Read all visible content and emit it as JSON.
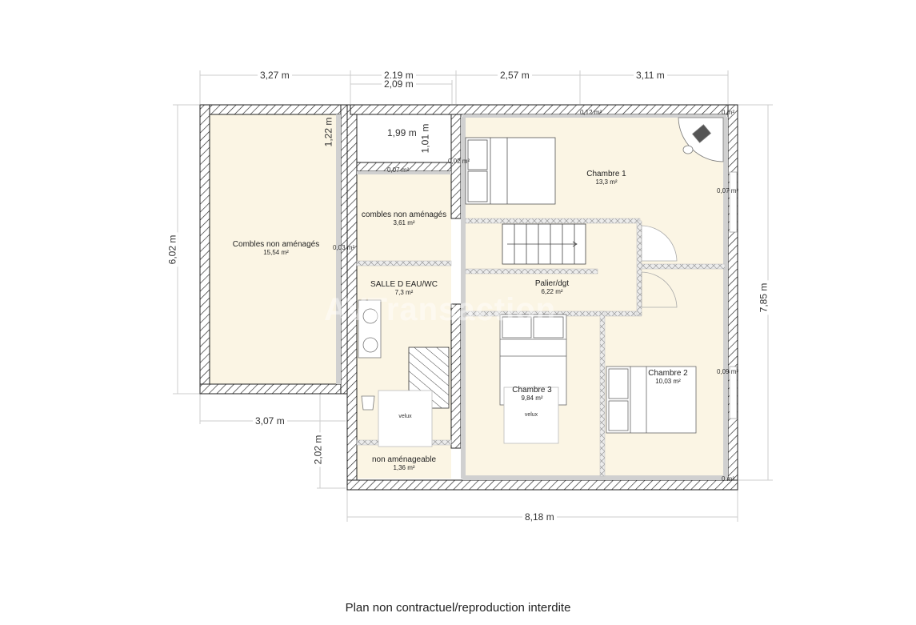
{
  "plan": {
    "footer_note": "Plan non contractuel/reproduction interdite",
    "watermark": "AVTransaction",
    "colors": {
      "floor": "#fbf5e4",
      "wall_hatch": "#222222",
      "partition": "#d8d8d8",
      "dimension_line": "#cccccc",
      "background": "#ffffff"
    },
    "rooms": [
      {
        "name": "Combles non aménagés",
        "area": "15,54 m²"
      },
      {
        "name": "combles non aménagés",
        "area": "3,61 m²"
      },
      {
        "name": "SALLE D EAU/WC",
        "area": "7,3 m²"
      },
      {
        "name": "non aménageable",
        "area": "1,36 m²"
      },
      {
        "name": "Chambre 1",
        "area": "13,3 m²"
      },
      {
        "name": "Palier/dgt",
        "area": "6,22 m²"
      },
      {
        "name": "Chambre 3",
        "area": "9,84 m²"
      },
      {
        "name": "Chambre 2",
        "area": "10,03 m²"
      }
    ],
    "dimensions": {
      "top": [
        "3,27 m",
        "2,19 m",
        "2,09 m",
        "2,57 m",
        "3,11 m"
      ],
      "left": "6,02 m",
      "right": "7,85 m",
      "bottom": "8,18 m",
      "notch_width": "3,07 m",
      "notch_height": "2,02 m",
      "inner_1_22": "1,22 m",
      "inner_1_99": "1,99 m",
      "inner_1_01": "1,01 m"
    },
    "small_areas": {
      "a_012": "0,12 m²",
      "a_0_tr": "0 m²",
      "a_007_r": "0,07 m²",
      "a_009_r": "0,09 m²",
      "a_0_br": "0 m²",
      "a_007_c": "0,07 m²",
      "a_002": "0,02 m²",
      "a_003": "0,03 m²"
    },
    "velux_labels": [
      "velux",
      "velux"
    ]
  }
}
